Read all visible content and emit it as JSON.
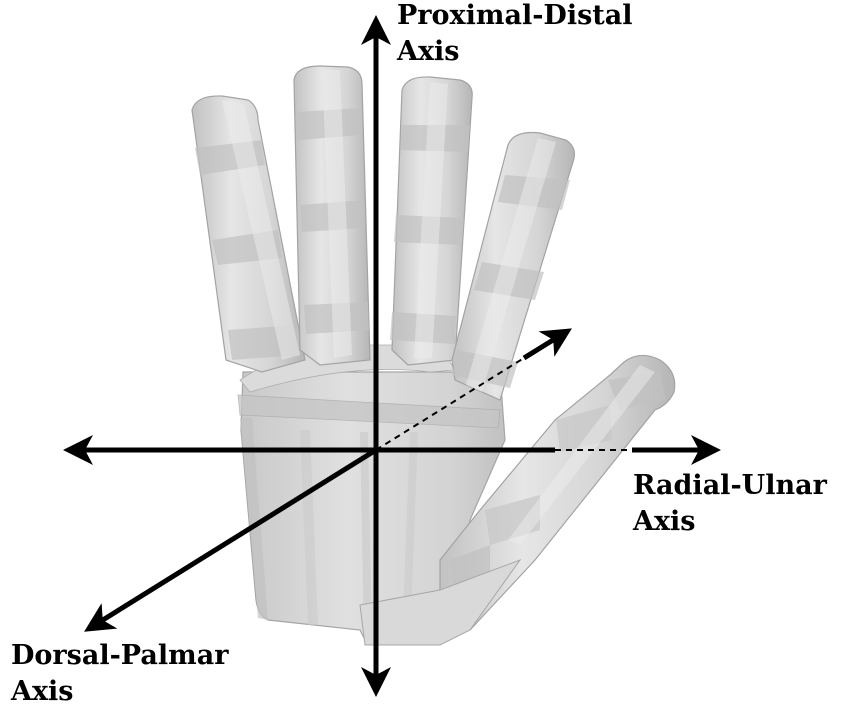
{
  "axes": {
    "proximal_distal": {
      "line1": "Proximal-Distal",
      "line2": "Axis"
    },
    "radial_ulnar": {
      "line1": "Radial-Ulnar",
      "line2": "Axis"
    },
    "dorsal_palmar": {
      "line1": "Dorsal-Palmar",
      "line2": "Axis"
    }
  },
  "colors": {
    "hand_fill": "#d4d4d4",
    "hand_light": "#e6e6e6",
    "hand_shade": "#b5b5b5",
    "hand_edge": "#9c9c9c",
    "axis": "#000000"
  },
  "icons": {
    "hand_model": "robotic-hand-model",
    "axis_arrow": "arrow"
  }
}
